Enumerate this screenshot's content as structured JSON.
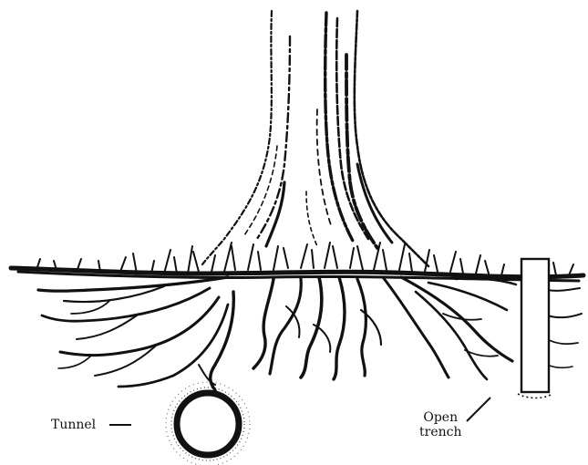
{
  "labels": {
    "tunnel": "Tunnel",
    "trench_line1": "Open",
    "trench_line2": "trench"
  },
  "colors": {
    "ink": "#111111",
    "background": "#ffffff"
  }
}
